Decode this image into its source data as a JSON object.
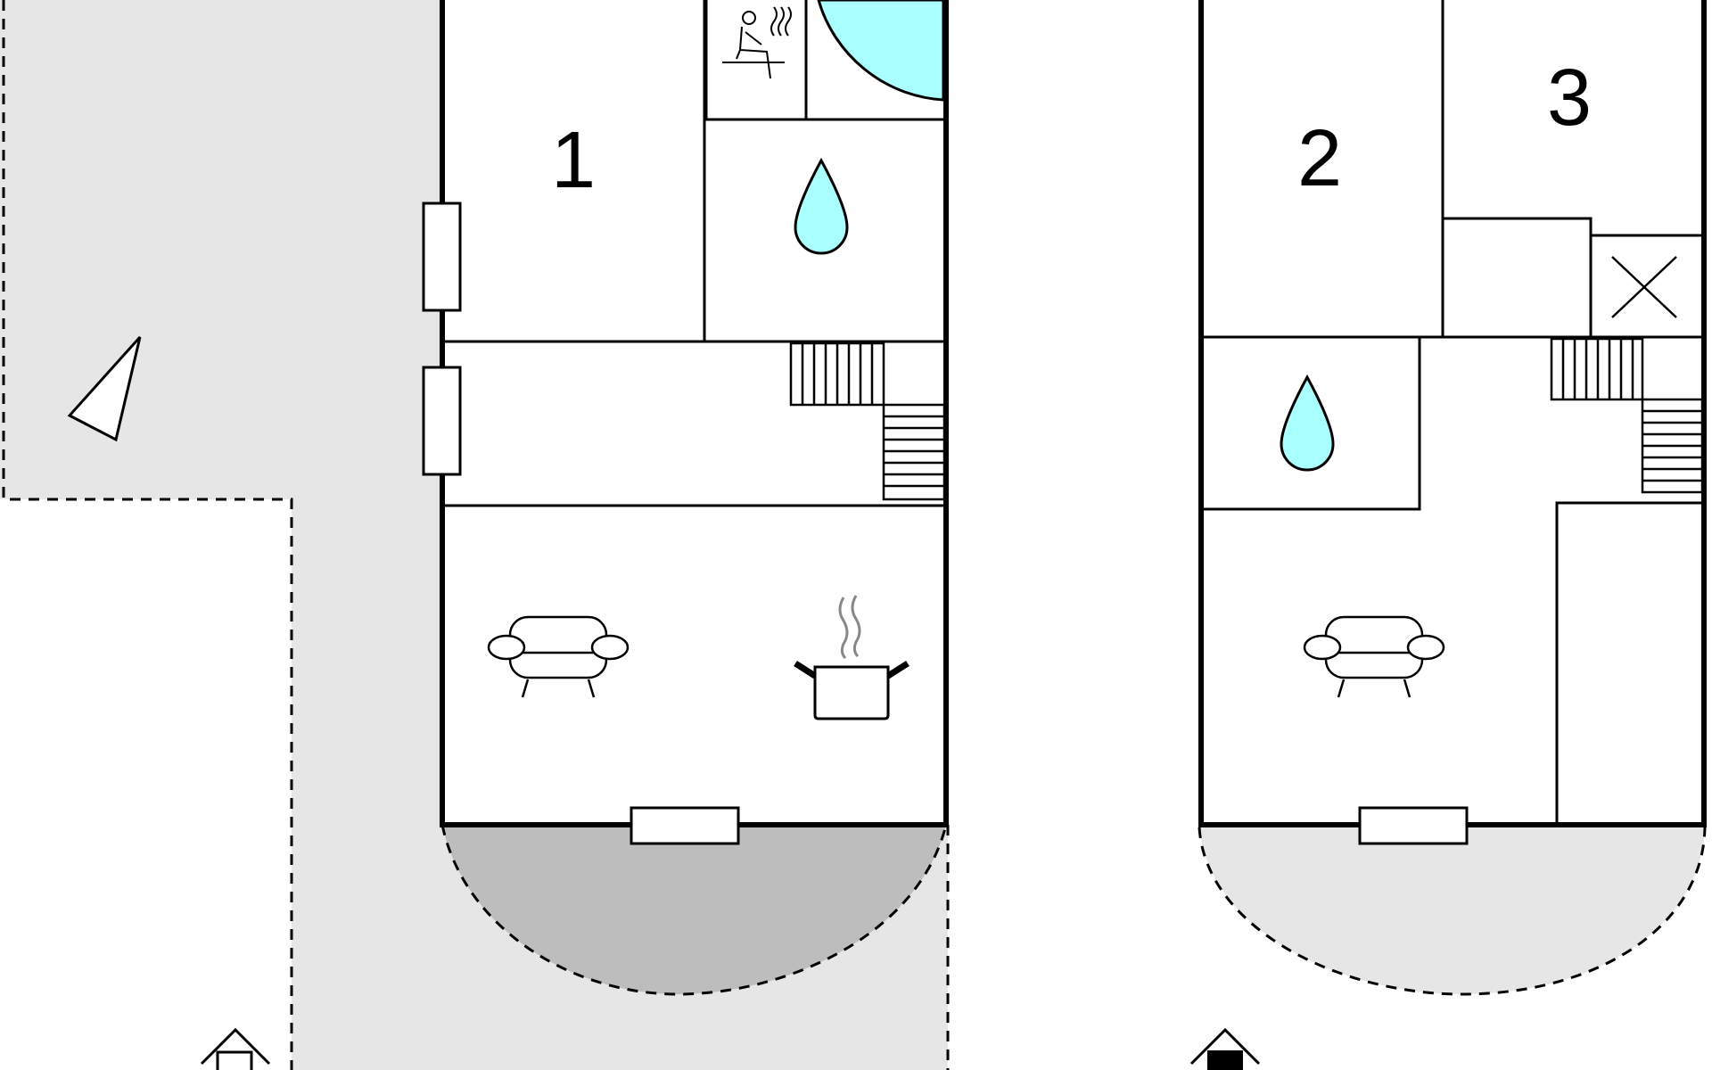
{
  "floor_ground": {
    "rooms": [
      {
        "label": "1",
        "icon": "bed-room"
      },
      {
        "icon": "sauna-icon"
      },
      {
        "icon": "bathroom-water-drop-icon"
      },
      {
        "icon": "shower-icon"
      },
      {
        "icon": "stairs-icon"
      },
      {
        "icon": "sofa-icon"
      },
      {
        "icon": "kitchen-pot-icon"
      }
    ],
    "entrance": "house-outline-icon"
  },
  "floor_upper": {
    "rooms": [
      {
        "label": "2",
        "icon": "bed-room"
      },
      {
        "label": "3",
        "icon": "bed-room"
      },
      {
        "icon": "closet-x-icon"
      },
      {
        "icon": "bathroom-water-drop-icon"
      },
      {
        "icon": "stairs-icon"
      },
      {
        "icon": "sofa-icon"
      }
    ],
    "entrance": "house-filled-icon"
  },
  "labels": {
    "room1": "1",
    "room2": "2",
    "room3": "3"
  },
  "colors": {
    "terrace": "#e6e6e6",
    "covered_terrace": "#bdbdbd",
    "water": "#aaffff",
    "walls": "#000000",
    "steam": "#888888"
  }
}
